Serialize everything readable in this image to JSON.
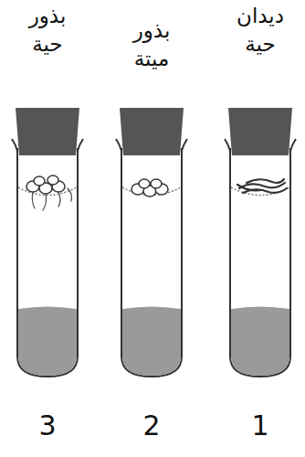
{
  "diagram": {
    "labels": [
      "ديدان حية",
      "بذور ميتة",
      "بذور حية",
      "1",
      "2",
      "3"
    ]
  }
}
